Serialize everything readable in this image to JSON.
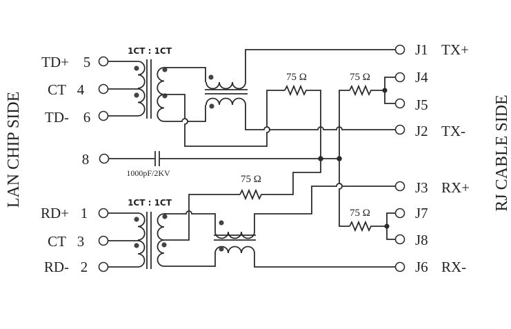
{
  "side_labels": {
    "left": "LAN CHIP SIDE",
    "right": "RJ CABLE SIDE"
  },
  "left_pins": [
    {
      "name": "TD+",
      "num": "5"
    },
    {
      "name": "CT",
      "num": "4"
    },
    {
      "name": "TD-",
      "num": "6"
    },
    {
      "name": "",
      "num": "8"
    },
    {
      "name": "RD+",
      "num": "1"
    },
    {
      "name": "CT",
      "num": "3"
    },
    {
      "name": "RD-",
      "num": "2"
    }
  ],
  "right_pins": [
    {
      "name": "J1",
      "signal": "TX+"
    },
    {
      "name": "J4",
      "signal": ""
    },
    {
      "name": "J5",
      "signal": ""
    },
    {
      "name": "J2",
      "signal": "TX-"
    },
    {
      "name": "J3",
      "signal": "RX+"
    },
    {
      "name": "J7",
      "signal": ""
    },
    {
      "name": "J8",
      "signal": ""
    },
    {
      "name": "J6",
      "signal": "RX-"
    }
  ],
  "transformers": [
    {
      "ratio": "1CT : 1CT"
    },
    {
      "ratio": "1CT : 1CT"
    }
  ],
  "resistors": [
    {
      "value": "75 Ω"
    },
    {
      "value": "75 Ω"
    },
    {
      "value": "75 Ω"
    },
    {
      "value": "75 Ω"
    }
  ],
  "capacitor": {
    "value": "1000pF/2KV"
  }
}
